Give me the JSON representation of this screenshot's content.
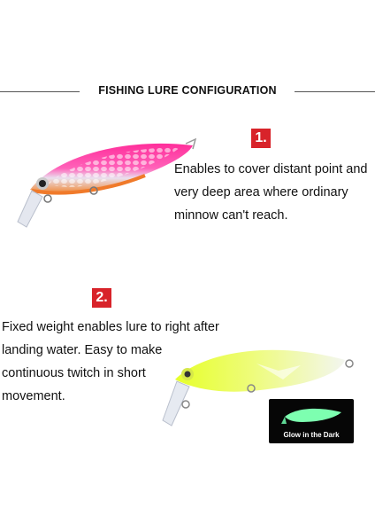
{
  "header": {
    "title": "FISHING LURE CONFIGURATION"
  },
  "features": [
    {
      "number": "1.",
      "lines": [
        "Enables to cover distant point and",
        "very deep area where ordinary",
        "minnow can't reach."
      ]
    },
    {
      "number": "2.",
      "lines": [
        "Fixed weight enables lure to right after",
        "landing water. Easy to make",
        "continuous twitch in short",
        "movement."
      ]
    }
  ],
  "glow_badge": {
    "label": "Glow in the Dark"
  },
  "colors": {
    "badge": "#d8232a",
    "lure1_top": "#ff2e9a",
    "lure1_belly": "#f08a3a",
    "lure2_body": "#e6ff2a",
    "glow": "#7dffb0"
  }
}
